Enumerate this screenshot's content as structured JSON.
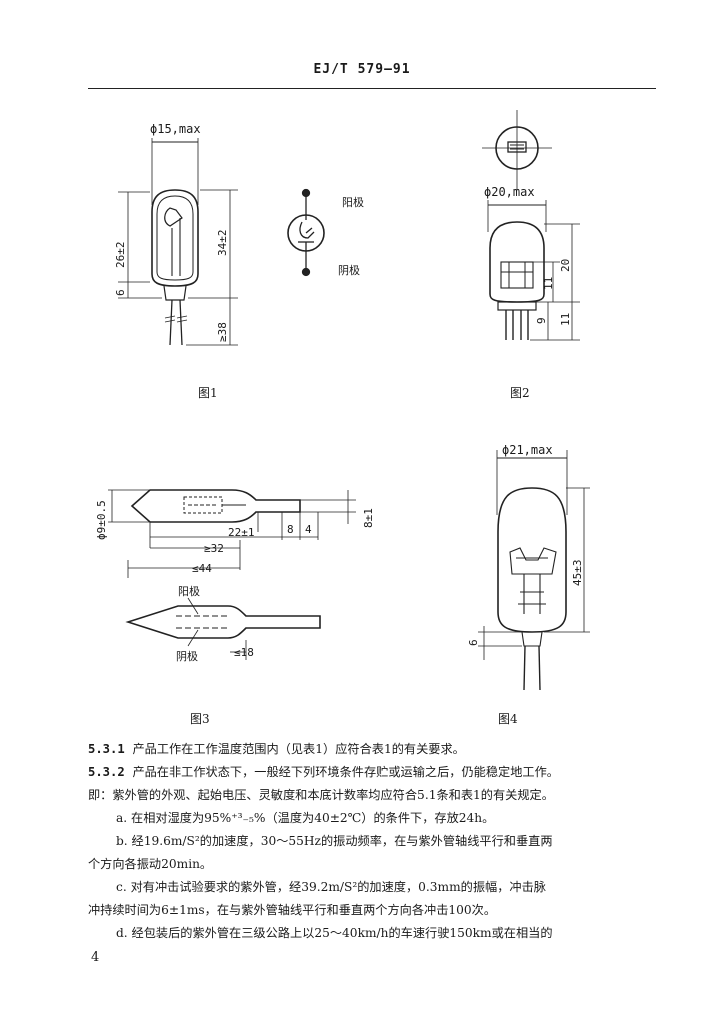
{
  "header": {
    "code": "EJ/T 579—91"
  },
  "figure1": {
    "caption": "图1",
    "dim_top": "ϕ15,max",
    "dim_body": "26±2",
    "dim_total": "34±2",
    "dim_gap": "6",
    "dim_lead": "≥38",
    "symbol_anode": "阳极",
    "symbol_cathode": "阴极"
  },
  "figure2": {
    "caption": "图2",
    "dim_top": "ϕ20,max",
    "dim_height": "20",
    "dim_11": "11",
    "dim_9": "9",
    "dim_lead": "11"
  },
  "figure3": {
    "caption": "图3",
    "dim_dia": "ϕ9±0.5",
    "dim_8": "8±1",
    "dim_22": "22±1",
    "dim_a": "8",
    "dim_b": "4",
    "dim_32": "≥32",
    "dim_44": "≤44",
    "label_anode": "阳极",
    "label_cathode": "阴极",
    "dim_18": "≤18"
  },
  "figure4": {
    "caption": "图4",
    "dim_top": "ϕ21,max",
    "dim_height": "45±3",
    "dim_6": "6"
  },
  "text": {
    "p1_num": "5.3.1",
    "p1": "产品工作在工作温度范围内（见表1）应符合表1的有关要求。",
    "p2_num": "5.3.2",
    "p2": "产品在非工作状态下，一般经下列环境条件存贮或运输之后，仍能稳定地工作。",
    "p3": "即：紫外管的外观、起始电压、灵敏度和本底计数率均应符合5.1条和表1的有关规定。",
    "p4": "a.   在相对湿度为95%⁺³₋₅%（温度为40±2℃）的条件下，存放24h。",
    "p5": "b.   经19.6m/S²的加速度，30～55Hz的振动频率，在与紫外管轴线平行和垂直两",
    "p6": "个方向各振动20min。",
    "p7": "c.   对有冲击试验要求的紫外管，经39.2m/S²的加速度，0.3mm的振幅，冲击脉",
    "p8": "冲持续时间为6±1ms，在与紫外管轴线平行和垂直两个方向各冲击100次。",
    "p9": "d.   经包装后的紫外管在三级公路上以25～40km/h的车速行驶150km或在相当的"
  },
  "footer": {
    "page_number": "4"
  }
}
